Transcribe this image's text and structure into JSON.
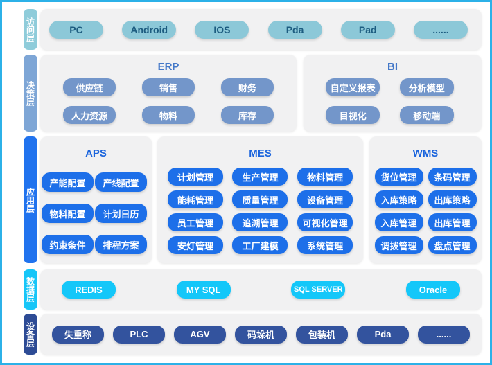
{
  "frame_color": "#2cb1e8",
  "layers": [
    {
      "tab": "访问层",
      "color": "#8fccda",
      "panels": [
        {
          "buttons": [
            "PC",
            "Android",
            "IOS",
            "Pda",
            "Pad",
            "......"
          ]
        }
      ]
    },
    {
      "tab": "决策层",
      "color": "#7ea6d6",
      "panels": [
        {
          "title": "ERP",
          "buttons": [
            "供应链",
            "销售",
            "财务",
            "人力资源",
            "物料",
            "库存"
          ]
        },
        {
          "title": "BI",
          "buttons": [
            "自定义报表",
            "分析模型",
            "目视化",
            "移动端"
          ]
        }
      ]
    },
    {
      "tab": "应用层",
      "color": "#2173ee",
      "panels": [
        {
          "title": "APS",
          "buttons": [
            "产能配置",
            "产线配置",
            "物料配置",
            "计划日历",
            "约束条件",
            "排程方案"
          ]
        },
        {
          "title": "MES",
          "buttons": [
            "计划管理",
            "生产管理",
            "物料管理",
            "能耗管理",
            "质量管理",
            "设备管理",
            "员工管理",
            "追溯管理",
            "可视化管理",
            "安灯管理",
            "工厂建模",
            "系统管理"
          ]
        },
        {
          "title": "WMS",
          "buttons": [
            "货位管理",
            "条码管理",
            "入库策略",
            "出库策略",
            "入库管理",
            "出库管理",
            "调拨管理",
            "盘点管理"
          ]
        }
      ]
    },
    {
      "tab": "数据层",
      "color": "#17c6f8",
      "panels": [
        {
          "buttons": [
            "REDIS",
            "MY SQL",
            "SQL SERVER",
            "Oracle"
          ]
        }
      ]
    },
    {
      "tab": "设备层",
      "color": "#2d4b95",
      "panels": [
        {
          "buttons": [
            "失重称",
            "PLC",
            "AGV",
            "码垛机",
            "包装机",
            "Pda",
            "......"
          ]
        }
      ]
    }
  ]
}
